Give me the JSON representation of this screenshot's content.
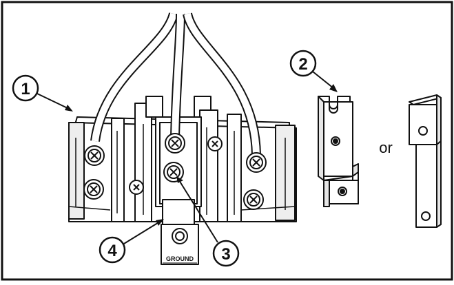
{
  "callouts": {
    "c1": "1",
    "c2": "2",
    "c3": "3",
    "c4": "4"
  },
  "labels": {
    "or": "or",
    "ground": "GROUND"
  },
  "colors": {
    "line": "#111111",
    "fill": "#ffffff",
    "shade": "#d9d9d9"
  }
}
